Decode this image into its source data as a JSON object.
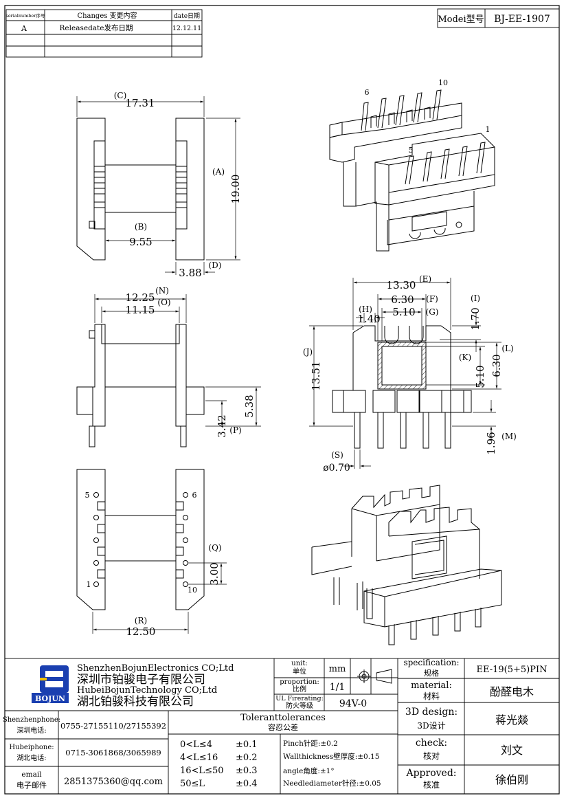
{
  "revision_table": {
    "headers": [
      "serialnumber序号",
      "Changes  变更内容",
      "date日期"
    ],
    "rows": [
      [
        "A",
        "Releasedate发布日期",
        "12.12.11"
      ],
      [
        "",
        "",
        ""
      ],
      [
        "",
        "",
        ""
      ]
    ]
  },
  "model": {
    "label": "Modei型号",
    "value": "BJ-EE-1907"
  },
  "top_view": {
    "dim_c_label": "(C)",
    "dim_c": "17.31",
    "dim_a_label": "(A)",
    "dim_a": "19.00",
    "dim_b_label": "(B)",
    "dim_b": "9.55",
    "dim_d": "3.88",
    "dim_d_label": "(D)"
  },
  "side_view": {
    "dim_n": "12.25",
    "dim_n_label": "(N)",
    "dim_o": "11.15",
    "dim_o_label": "(O)",
    "dim_538": "5.38",
    "dim_342": "3.42",
    "dim_p_label": "(P)"
  },
  "bottom_view": {
    "pin_5": "5",
    "pin_6": "6",
    "pin_1": "1",
    "pin_10": "10",
    "dim_q_label": "(Q)",
    "dim_q": "3.00",
    "dim_r_label": "(R)",
    "dim_r": "12.50"
  },
  "iso_top": {
    "pin_6": "6",
    "pin_10": "10",
    "pin_1": "1",
    "pin_5": "5"
  },
  "section_view": {
    "dim_e": "13.30",
    "dim_e_label": "(E)",
    "dim_f": "6.30",
    "dim_f_label": "(F)",
    "dim_g": "5.10",
    "dim_g_label": "(G)",
    "dim_h_label": "(H)",
    "dim_h": "1.40",
    "dim_i_label": "(I)",
    "dim_i": "1.70",
    "dim_j_label": "(J)",
    "dim_j": "13.51",
    "dim_k_label": "(K)",
    "dim_k": "5.10",
    "dim_l_label": "(L)",
    "dim_l": "6.30",
    "dim_m": "1.96",
    "dim_m_label": "(M)",
    "dim_s_label": "(S)",
    "dim_s": "ø0.70"
  },
  "company": {
    "name_en_1": "ShenzhenBojunElectronics CO;Ltd",
    "name_cn_1": "深圳市铂骏电子有限公司",
    "name_en_2": "HubeiBojunTechnology CO;Ltd",
    "name_cn_2": "湖北铂骏科技有限公司",
    "logo_text": "BOJUN",
    "brand_color": "#1a3fb0",
    "logo_accent": "#f2c200"
  },
  "unit": {
    "label_en": "unit:",
    "label_cn": "单位",
    "value": "mm"
  },
  "proportion": {
    "label_en": "proportion:",
    "label_cn": "比例",
    "value": "1/1"
  },
  "ul": {
    "label_en": "UL Firerating:",
    "label_cn": "防火等级",
    "value": "94V-0"
  },
  "specification": {
    "label_en": "specification:",
    "label_cn": "规格",
    "value": "EE-19(5+5)PIN"
  },
  "material": {
    "label_en": "material:",
    "label_cn": "材料",
    "value": "酚醛电木"
  },
  "design": {
    "label_en": "3D design:",
    "label_cn": "3D设计",
    "value": "蒋光燚"
  },
  "check": {
    "label_en": "check:",
    "label_cn": "核对",
    "value": "刘文"
  },
  "approved": {
    "label_en": "Approved:",
    "label_cn": "核准",
    "value": "徐伯刚"
  },
  "contacts": [
    {
      "label_en": "Shenzhenphone:",
      "label_cn": "深圳电话:",
      "value": "0755-27155110/27155392"
    },
    {
      "label_en": "Hubeiphone:",
      "label_cn": "湖北电话:",
      "value": "0715-3061868/3065989"
    },
    {
      "label_en": "email",
      "label_cn": "电子邮件",
      "value": "2851375360@qq.com"
    }
  ],
  "tolerances": {
    "title_en": "Toleranttolerances",
    "title_cn": "容忍公差",
    "ranges": [
      {
        "range": "0<L≤4",
        "tol": "±0.1"
      },
      {
        "range": "4<L≤16",
        "tol": "±0.2"
      },
      {
        "range": "16<L≤50",
        "tol": "±0.3"
      },
      {
        "range": "50≤L",
        "tol": "±0.4"
      }
    ],
    "notes": [
      "Pinch针距:±0.2",
      "Wallthickness壁厚度:±0.15",
      "angle角度:±1°",
      "Needlediameter针径:±0.05"
    ]
  }
}
